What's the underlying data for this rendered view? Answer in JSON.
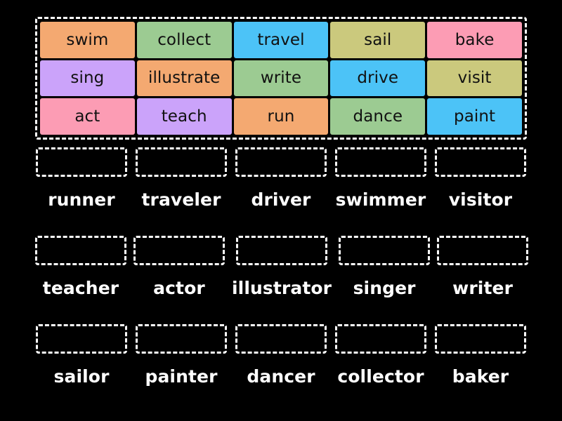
{
  "activity": {
    "type": "word-match-drag-and-drop",
    "background_color": "#000000"
  },
  "palette": {
    "orange": "#F4A971",
    "green": "#9CCB92",
    "blue": "#4CC3F7",
    "khaki": "#CBC97D",
    "pink": "#FC9CB4",
    "purple": "#CBA3FA",
    "tile_text": "#111111",
    "outline": "#FFFFFF"
  },
  "tray": {
    "label": "word-tiles-tray",
    "tiles": [
      {
        "text": "swim",
        "color": "#F4A971"
      },
      {
        "text": "collect",
        "color": "#9CCB92"
      },
      {
        "text": "travel",
        "color": "#4CC3F7"
      },
      {
        "text": "sail",
        "color": "#CBC97D"
      },
      {
        "text": "bake",
        "color": "#FC9CB4"
      },
      {
        "text": "sing",
        "color": "#CBA3FA"
      },
      {
        "text": "illustrate",
        "color": "#F4A971"
      },
      {
        "text": "write",
        "color": "#9CCB92"
      },
      {
        "text": "drive",
        "color": "#4CC3F7"
      },
      {
        "text": "visit",
        "color": "#CBC97D"
      },
      {
        "text": "act",
        "color": "#FC9CB4"
      },
      {
        "text": "teach",
        "color": "#CBA3FA"
      },
      {
        "text": "run",
        "color": "#F4A971"
      },
      {
        "text": "dance",
        "color": "#9CCB92"
      },
      {
        "text": "paint",
        "color": "#4CC3F7"
      }
    ]
  },
  "answers": {
    "rows": [
      {
        "cells": [
          {
            "caption": "runner",
            "dropped": ""
          },
          {
            "caption": "traveler",
            "dropped": ""
          },
          {
            "caption": "driver",
            "dropped": ""
          },
          {
            "caption": "swimmer",
            "dropped": ""
          },
          {
            "caption": "visitor",
            "dropped": ""
          }
        ]
      },
      {
        "cells": [
          {
            "caption": "teacher",
            "dropped": ""
          },
          {
            "caption": "actor",
            "dropped": ""
          },
          {
            "caption": "illustrator",
            "dropped": ""
          },
          {
            "caption": "singer",
            "dropped": ""
          },
          {
            "caption": "writer",
            "dropped": ""
          }
        ]
      },
      {
        "cells": [
          {
            "caption": "sailor",
            "dropped": ""
          },
          {
            "caption": "painter",
            "dropped": ""
          },
          {
            "caption": "dancer",
            "dropped": ""
          },
          {
            "caption": "collector",
            "dropped": ""
          },
          {
            "caption": "baker",
            "dropped": ""
          }
        ]
      }
    ]
  }
}
